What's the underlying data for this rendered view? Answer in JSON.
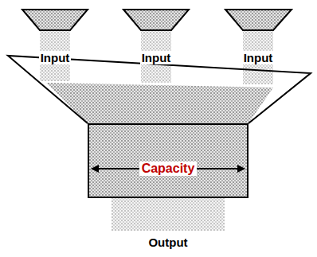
{
  "diagram": {
    "nodes": [
      {
        "text": [
          "Capacity"
        ]
      }
    ],
    "labels": [
      "Input",
      "Input",
      "Input",
      "Output"
    ]
  }
}
